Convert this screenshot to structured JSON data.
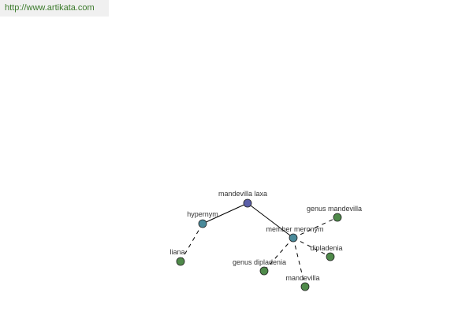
{
  "site": {
    "url": "http://www.artikata.com"
  },
  "colors": {
    "root": "#5a5ea8",
    "relation": "#4a8a9a",
    "leaf": "#4f8a4a",
    "edge": "#000000",
    "url_text": "#3a7a2a"
  },
  "graph": {
    "nodes": [
      {
        "id": "mandevilla-laxa",
        "label": "mandevilla laxa",
        "kind": "root"
      },
      {
        "id": "hypernym",
        "label": "hypernym",
        "kind": "relation"
      },
      {
        "id": "member-meronym",
        "label": "member meronym",
        "kind": "relation"
      },
      {
        "id": "liana",
        "label": "liana",
        "kind": "leaf"
      },
      {
        "id": "genus-mandevilla",
        "label": "genus mandevilla",
        "kind": "leaf"
      },
      {
        "id": "dipladenia",
        "label": "dipladenia",
        "kind": "leaf"
      },
      {
        "id": "genus-dipladenia",
        "label": "genus dipladenia",
        "kind": "leaf"
      },
      {
        "id": "mandevilla",
        "label": "mandevilla",
        "kind": "leaf"
      }
    ],
    "edges": [
      {
        "from": "mandevilla-laxa",
        "to": "hypernym",
        "style": "solid"
      },
      {
        "from": "mandevilla-laxa",
        "to": "member-meronym",
        "style": "solid"
      },
      {
        "from": "hypernym",
        "to": "liana",
        "style": "dashed"
      },
      {
        "from": "member-meronym",
        "to": "genus-mandevilla",
        "style": "dashed"
      },
      {
        "from": "member-meronym",
        "to": "dipladenia",
        "style": "dashed"
      },
      {
        "from": "member-meronym",
        "to": "genus-dipladenia",
        "style": "dashed"
      },
      {
        "from": "member-meronym",
        "to": "mandevilla",
        "style": "dashed"
      }
    ]
  }
}
